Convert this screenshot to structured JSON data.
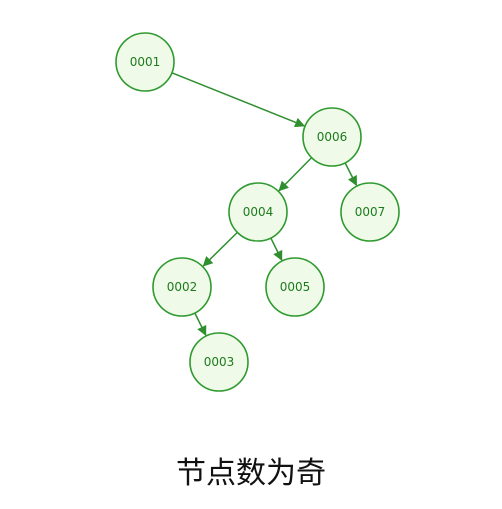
{
  "diagram": {
    "type": "binary-tree",
    "colors": {
      "node_fill": "#effbe8",
      "node_stroke": "#2f9a2f",
      "label": "#1f7a1f",
      "edge": "#2f8f2f"
    },
    "nodes": [
      {
        "id": "0001",
        "label": "0001"
      },
      {
        "id": "0006",
        "label": "0006"
      },
      {
        "id": "0004",
        "label": "0004"
      },
      {
        "id": "0007",
        "label": "0007"
      },
      {
        "id": "0002",
        "label": "0002"
      },
      {
        "id": "0005",
        "label": "0005"
      },
      {
        "id": "0003",
        "label": "0003"
      }
    ],
    "edges": [
      {
        "from": "0001",
        "to": "0006",
        "side": "right"
      },
      {
        "from": "0006",
        "to": "0004",
        "side": "left"
      },
      {
        "from": "0006",
        "to": "0007",
        "side": "right"
      },
      {
        "from": "0004",
        "to": "0002",
        "side": "left"
      },
      {
        "from": "0004",
        "to": "0005",
        "side": "right"
      },
      {
        "from": "0002",
        "to": "0003",
        "side": "right"
      }
    ]
  },
  "caption": "节点数为奇"
}
